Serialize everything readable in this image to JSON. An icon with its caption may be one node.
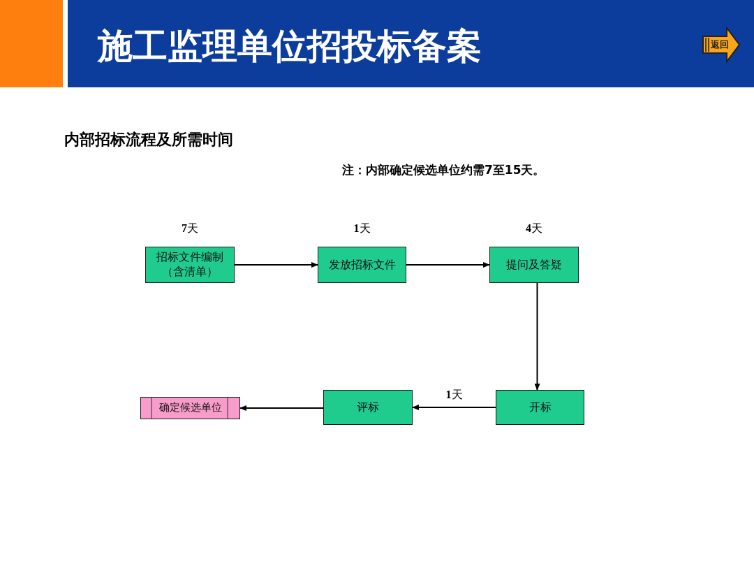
{
  "diagram": {
    "title": "施工监理单位招投标备案",
    "nodes": [
      {
        "text": [
          "招标文件编制（含清单）"
        ],
        "beside": [
          "**7**天"
        ]
      },
      {
        "text": [
          "发放招标文件"
        ],
        "beside": [
          "**1**天"
        ]
      },
      {
        "text": [
          "提问及答疑"
        ],
        "beside": [
          "**4**天"
        ]
      },
      {
        "text": [
          "开标"
        ]
      },
      {
        "text": [
          "评标"
        ]
      },
      {
        "text": [
          "确定候选单位"
        ]
      }
    ],
    "edges": [
      {
        "from": 0,
        "to": 1,
        "arrow": "to"
      },
      {
        "from": 1,
        "to": 2,
        "arrow": "to"
      },
      {
        "from": 2,
        "to": 3,
        "arrow": "to"
      },
      {
        "from": 3,
        "to": 4,
        "arrow": "to",
        "label": "**1**天"
      },
      {
        "from": 4,
        "to": 5,
        "arrow": "to"
      }
    ],
    "labels": [
      "返回",
      "内部招标流程及所需时间",
      "注：内部确定候选单位约需7至15天。"
    ]
  }
}
